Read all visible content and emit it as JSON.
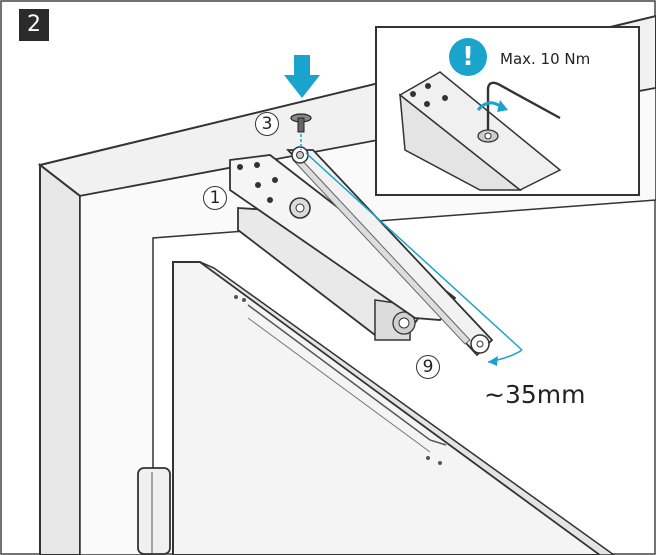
{
  "step_number": "2",
  "callouts": {
    "part_1": "1",
    "part_3": "3",
    "part_9": "9"
  },
  "measurement": "~35mm",
  "inset": {
    "torque_label": "Max. 10 Nm",
    "warning_symbol": "!"
  },
  "colors": {
    "accent_blue": "#1aa3cc",
    "line_dark": "#333333",
    "wall_grey": "#f2f2f2",
    "badge_bg": "#2b2b2b"
  },
  "icons": [
    "press-down-arrow-icon",
    "warning-icon",
    "hex-key-icon",
    "rotation-arrow-icon"
  ]
}
